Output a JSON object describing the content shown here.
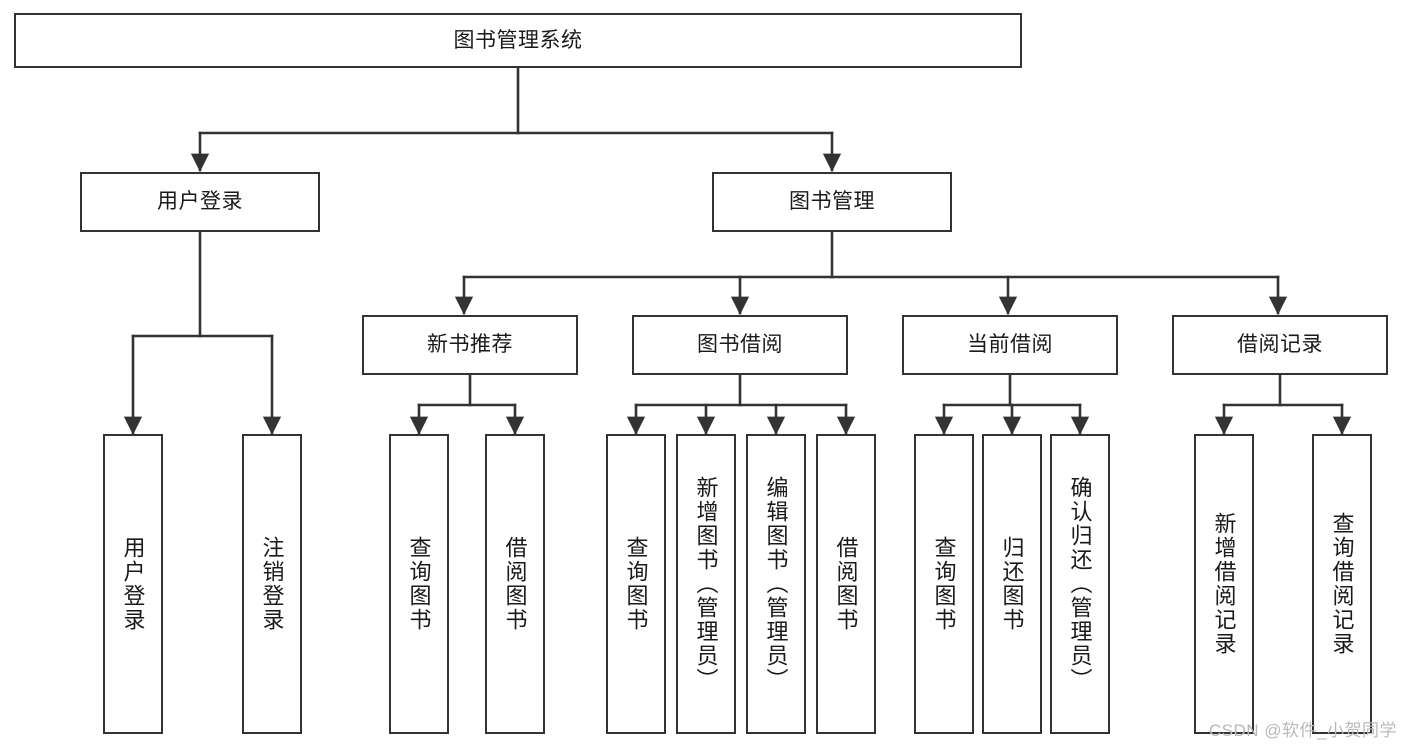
{
  "diagram": {
    "type": "tree-hierarchy",
    "title": "图书管理系统",
    "background_color": "#ffffff",
    "line_color": "#333333",
    "box_border_color": "#333333",
    "text_color": "#1a1a1a"
  },
  "root": {
    "label": "图书管理系统"
  },
  "level2": [
    {
      "label": "用户登录"
    },
    {
      "label": "图书管理"
    }
  ],
  "level3": [
    {
      "label": "新书推荐"
    },
    {
      "label": "图书借阅"
    },
    {
      "label": "当前借阅"
    },
    {
      "label": "借阅记录"
    }
  ],
  "leaves": {
    "user_login": [
      {
        "label": "用户登录"
      },
      {
        "label": "注销登录"
      }
    ],
    "new_book_recommend": [
      {
        "label": "查询图书"
      },
      {
        "label": "借阅图书"
      }
    ],
    "book_borrow": [
      {
        "label": "查询图书"
      },
      {
        "label": "新增图书（管理员）"
      },
      {
        "label": "编辑图书（管理员）"
      },
      {
        "label": "借阅图书"
      }
    ],
    "current_borrow": [
      {
        "label": "查询图书"
      },
      {
        "label": "归还图书"
      },
      {
        "label": "确认归还（管理员）"
      }
    ],
    "borrow_record": [
      {
        "label": "新增借阅记录"
      },
      {
        "label": "查询借阅记录"
      }
    ]
  },
  "watermark": {
    "text": "CSDN @软件_小贺同学"
  }
}
